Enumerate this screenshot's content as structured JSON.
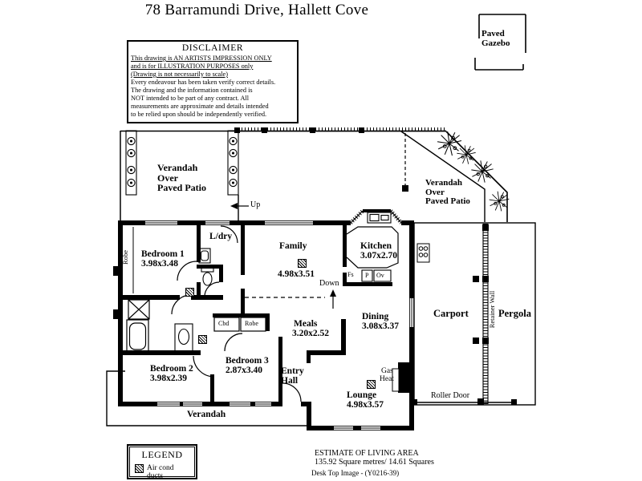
{
  "title": "78 Barramundi  Drive, Hallett Cove",
  "disclaimer": {
    "heading": "DISCLAIMER",
    "underlined": [
      "This drawing is AN ARTISTS IMPRESSION ONLY",
      "and is for ILLUSTRATION PURPOSES only",
      "(Drawing is not necessarily to scale)"
    ],
    "body": [
      "Every endeavour has been taken verify correct details.",
      "The drawing and the information contained is",
      "NOT intended to be part of any contract.  All",
      "measurements are approximate and details intended",
      "to be relied upon should be independently verified."
    ]
  },
  "outdoor": {
    "paved_gazebo_line1": "Paved",
    "paved_gazebo_line2": "Gazebo",
    "verandah_left": {
      "l1": "Verandah",
      "l2": "Over",
      "l3": "Paved Patio"
    },
    "verandah_right": {
      "l1": "Verandah",
      "l2": "Over",
      "l3": "Paved Patio"
    },
    "up": "Up",
    "down": "Down",
    "verandah_bottom": "Verandah",
    "carport": "Carport",
    "pergola": "Pergola",
    "retainer_wall": "Retainer Wall",
    "roller_door": "Roller Door"
  },
  "rooms": {
    "bedroom1": {
      "name": "Bedroom 1",
      "dims": "3.98x3.48"
    },
    "bedroom2": {
      "name": "Bedroom 2",
      "dims": "3.98x2.39"
    },
    "bedroom3": {
      "name": "Bedroom 3",
      "dims": "2.87x3.40"
    },
    "family": {
      "name": "Family",
      "dims": "4.98x3.51"
    },
    "kitchen": {
      "name": "Kitchen",
      "dims": "3.07x2.70"
    },
    "meals": {
      "name": "Meals",
      "dims": "3.20x2.52"
    },
    "dining": {
      "name": "Dining",
      "dims": "3.08x3.37"
    },
    "lounge": {
      "name": "Lounge",
      "dims": "4.98x3.57"
    },
    "laundry": "L/dry",
    "entry": {
      "l1": "Entry",
      "l2": "Hall"
    },
    "robe": "Robe",
    "cupboard": "Cbd",
    "robe_small": "Robe",
    "fridge_space": "Fs",
    "pantry": "P",
    "oven": "Ov",
    "gas_heat": {
      "l1": "Gas",
      "l2": "Heat"
    }
  },
  "legend": {
    "heading": "LEGEND",
    "air_cond_ducts": "Air cond ducts"
  },
  "footer": {
    "estimate_heading": "ESTIMATE OF LIVING AREA",
    "estimate_value": "135.92 Square metres/  14.61 Squares",
    "credit": "Desk Top Image - (Y0216-39)"
  },
  "colors": {
    "line": "#000000",
    "background": "#ffffff"
  }
}
